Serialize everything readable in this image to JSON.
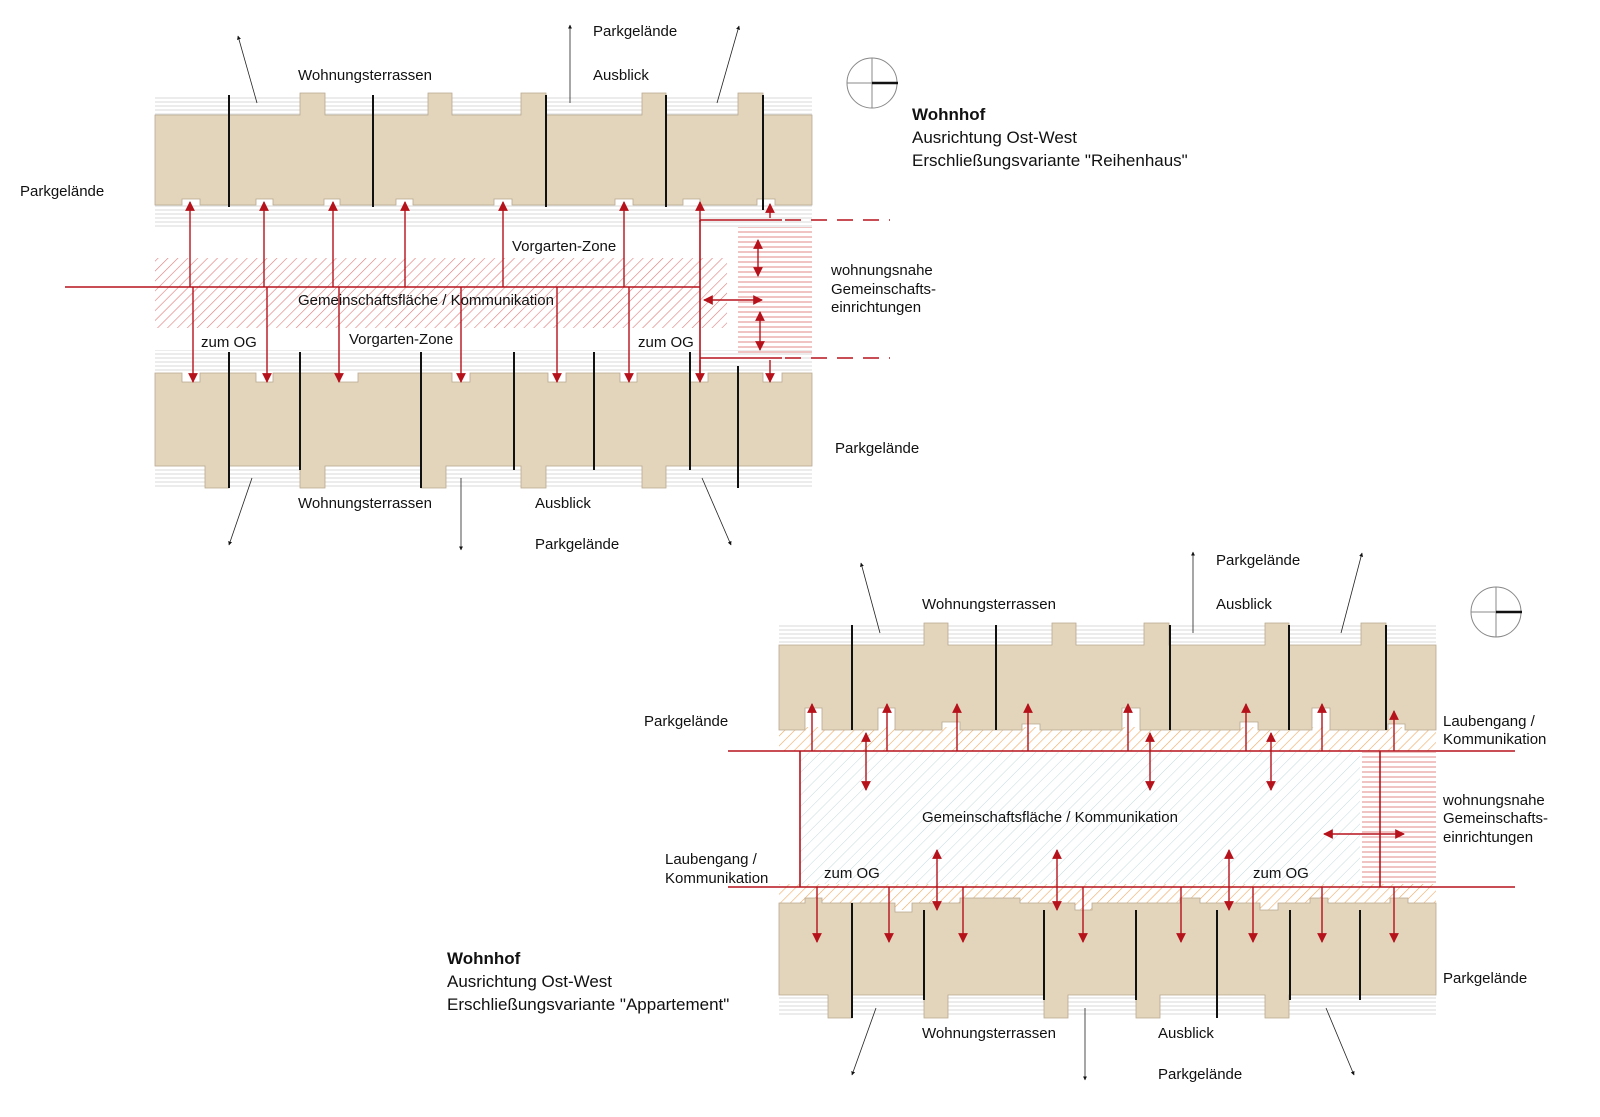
{
  "plan1": {
    "title": "Wohnhof",
    "subtitle1": "Ausrichtung Ost-West",
    "subtitle2": "Erschließungsvariante \"Reihenhaus\"",
    "labels": {
      "terrace_top": "Wohnungsterrassen",
      "park_top": "Parkgelände",
      "view_top": "Ausblick",
      "park_left": "Parkgelände",
      "front_garden_top": "Vorgarten-Zone",
      "community": "Gemeinschaftsfläche / Kommunikation",
      "front_garden_bottom": "Vorgarten-Zone",
      "og_left": "zum OG",
      "og_right": "zum OG",
      "facilities_1": "wohnungsnahe",
      "facilities_2": "Gemeinschafts-",
      "facilities_3": "einrichtungen",
      "park_right": "Parkgelände",
      "terrace_bottom": "Wohnungsterrassen",
      "view_bottom": "Ausblick",
      "park_bottom": "Parkgelände"
    }
  },
  "plan2": {
    "title": "Wohnhof",
    "subtitle1": "Ausrichtung Ost-West",
    "subtitle2": "Erschließungsvariante \"Appartement\"",
    "labels": {
      "terrace_top": "Wohnungsterrassen",
      "park_top": "Parkgelände",
      "view_top": "Ausblick",
      "park_left": "Parkgelände",
      "gallery_right_1": "Laubengang /",
      "gallery_right_2": "Kommunikation",
      "community": "Gemeinschaftsfläche / Kommunikation",
      "facilities_1": "wohnungsnahe",
      "facilities_2": "Gemeinschafts-",
      "facilities_3": "einrichtungen",
      "gallery_left_1": "Laubengang /",
      "gallery_left_2": "Kommunikation",
      "og_left": "zum OG",
      "og_right": "zum OG",
      "park_right": "Parkgelände",
      "terrace_bottom": "Wohnungsterrassen",
      "view_bottom": "Ausblick",
      "park_bottom": "Parkgelände"
    }
  },
  "colors": {
    "building": "#e3d4bc",
    "building_stroke": "#b8a98f",
    "access_red": "#b5121b",
    "hatch_red": "#e07a7a",
    "hatch_orange": "#f0a860",
    "hatch_blue": "#bcd4d8"
  }
}
